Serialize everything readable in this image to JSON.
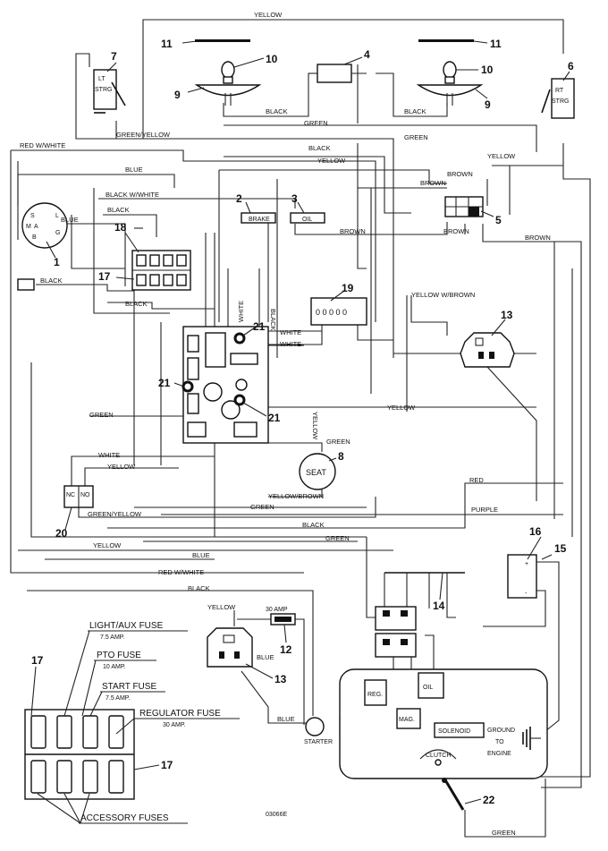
{
  "wire_labels": {
    "yellow_top": "YELLOW",
    "black_mid_left": "BLACK",
    "black_mid_right": "BLACK",
    "green_mid": "GREEN",
    "green_yellow_top": "GREEN/YELLOW",
    "green_top": "GREEN",
    "red_white_top": "RED W/WHITE",
    "black_upper": "BLACK",
    "yellow_upper": "YELLOW",
    "blue_upper": "BLUE",
    "brown_5a": "BROWN",
    "brown_5b": "BROWN",
    "yellow_right": "YELLOW",
    "black_white": "BLACK W/WHITE",
    "black_18": "BLACK",
    "blue_left": "BLUE",
    "brown_mid": "BROWN",
    "brown_5c": "BROWN",
    "brown_right": "BROWN",
    "black_17": "BLACK",
    "black_plug": "BLACK",
    "yellow_w_brown": "YELLOW W/BROWN",
    "white_vert": "WHITE",
    "black_vert": "BLACK",
    "white_a": "WHITE",
    "white_b": "WHITE",
    "yellow_vert": "YELLOW",
    "yellow_mid": "YELLOW",
    "green_left": "GREEN",
    "green_seat": "GREEN",
    "white_left": "WHITE",
    "yellow_left": "YELLOW",
    "yellow_brown": "YELLOW/BROWN",
    "green_yellow_20": "GREEN/YELLOW",
    "green_lower1": "GREEN",
    "black_lower": "BLACK",
    "red": "RED",
    "purple": "PURPLE",
    "green_lower2": "GREEN",
    "yellow_low_left": "YELLOW",
    "blue_low": "BLUE",
    "red_white_low": "RED W/WHITE",
    "black_low": "BLACK",
    "yellow_13": "YELLOW",
    "blue_13": "BLUE",
    "blue_starter": "BLUE",
    "green_bottom": "GREEN"
  },
  "components": {
    "lt_strg_l1": "LT",
    "lt_strg_l2": "STRG",
    "rt_strg_l1": "RT",
    "rt_strg_l2": "STRG",
    "brake": "BRAKE",
    "oil_sw": "OIL",
    "ign_s": "S",
    "ign_l": "L",
    "ign_m": "M",
    "ign_a": "A",
    "ign_b": "B",
    "ign_g": "G",
    "seat": "SEAT",
    "nc": "NC",
    "no": "NO",
    "amp30": "30 AMP",
    "reg": "REG.",
    "oil_eng": "OIL",
    "mag": "MAG.",
    "solenoid": "SOLENOID",
    "ground1": "GROUND",
    "ground2": "TO",
    "ground3": "ENGINE",
    "clutch": "CLUTCH",
    "starter": "STARTER",
    "hour": "0 0 0 0 0"
  },
  "fuse_legend": {
    "light_aux": "LIGHT/AUX FUSE",
    "light_aux_amp": "7.5 AMP.",
    "pto": "PTO FUSE",
    "pto_amp": "10 AMP.",
    "start": "START FUSE",
    "start_amp": "7.5 AMP.",
    "regulator": "REGULATOR FUSE",
    "regulator_amp": "30 AMP.",
    "accessory": "ACCESSORY FUSES"
  },
  "callouts": {
    "n1": "1",
    "n2": "2",
    "n3": "3",
    "n4": "4",
    "n5": "5",
    "n6": "6",
    "n7": "7",
    "n8": "8",
    "n9a": "9",
    "n9b": "9",
    "n10a": "10",
    "n10b": "10",
    "n11a": "11",
    "n11b": "11",
    "n12": "12",
    "n13a": "13",
    "n13b": "13",
    "n14": "14",
    "n15": "15",
    "n16": "16",
    "n17a": "17",
    "n17b": "17",
    "n17c": "17",
    "n18": "18",
    "n19": "19",
    "n20": "20",
    "n21a": "21",
    "n21b": "21",
    "n21c": "21",
    "n22": "22"
  },
  "drawing_number": "03066E"
}
